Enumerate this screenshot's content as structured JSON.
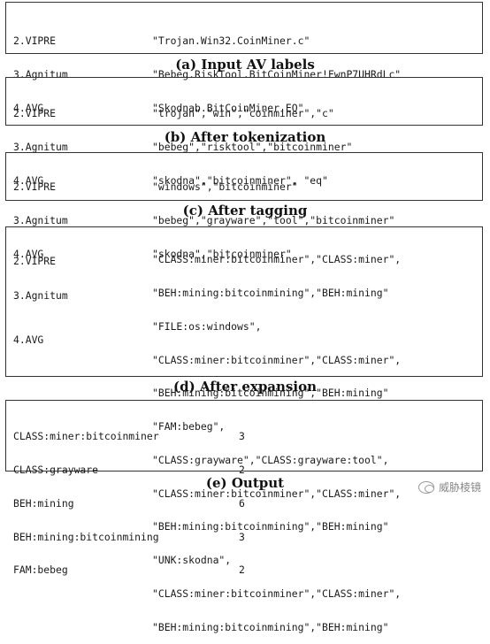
{
  "panel_a": {
    "rows": [
      {
        "vendor": "2.VIPRE",
        "label": "\"Trojan.Win32.CoinMiner.c\""
      },
      {
        "vendor": "3.Agnitum",
        "label": "\"Bebeg.RiskTool.BitCoinMiner!FwnP7UHRdLc\""
      },
      {
        "vendor": "4.AVG",
        "label": "\"Skodnab.BitCoinMiner.EQ\""
      }
    ],
    "caption": "(a) Input AV labels"
  },
  "panel_b": {
    "rows": [
      {
        "vendor": "2.VIPRE",
        "label": "\"trojan\",\"win\",\"coinminer\",\"c\""
      },
      {
        "vendor": "3.Agnitum",
        "label": "\"bebeg\",\"risktool\",\"bitcoinminer\""
      },
      {
        "vendor": "4.AVG",
        "label": "\"skodna\",\"bitcoinminer\", \"eq\""
      }
    ],
    "caption": "(b) After tokenization"
  },
  "panel_c": {
    "rows": [
      {
        "vendor": "2.VIPRE",
        "label": "\"windows\",\"bitcoinminer\""
      },
      {
        "vendor": "3.Agnitum",
        "label": "\"bebeg\",\"grayware\",\"tool\",\"bitcoinminer\""
      },
      {
        "vendor": "4.AVG",
        "label": "\"skodna\",\"bitcoinminer\""
      }
    ],
    "caption": "(c) After tagging"
  },
  "panel_d": {
    "vendors": [
      "2.VIPRE",
      "3.Agnitum",
      "4.AVG"
    ],
    "lines": [
      "\"CLASS:miner:bitcoinminer\",\"CLASS:miner\",",
      "\"BEH:mining:bitcoinmining\",\"BEH:mining\"",
      "\"FILE:os:windows\",",
      "\"CLASS:miner:bitcoinminer\",\"CLASS:miner\",",
      "\"BEH:mining:bitcoinmining\",\"BEH:mining\"",
      "\"FAM:bebeg\",",
      "\"CLASS:grayware\",\"CLASS:grayware:tool\",",
      "\"CLASS:miner:bitcoinminer\",\"CLASS:miner\",",
      "\"BEH:mining:bitcoinmining\",\"BEH:mining\"",
      "\"UNK:skodna\",",
      "\"CLASS:miner:bitcoinminer\",\"CLASS:miner\",",
      "\"BEH:mining:bitcoinmining\",\"BEH:mining\""
    ],
    "caption": "(d) After expansion"
  },
  "panel_e": {
    "rows": [
      {
        "tag": "CLASS:miner:bitcoinminer",
        "count": "3"
      },
      {
        "tag": "CLASS:grayware",
        "count": "2"
      },
      {
        "tag": "BEH:mining",
        "count": "6"
      },
      {
        "tag": "BEH:mining:bitcoinmining",
        "count": "3"
      },
      {
        "tag": "FAM:bebeg",
        "count": "2"
      }
    ],
    "caption": "(e) Output"
  },
  "watermark": {
    "text": "威胁棱镜",
    "icon": "wechat-icon"
  }
}
